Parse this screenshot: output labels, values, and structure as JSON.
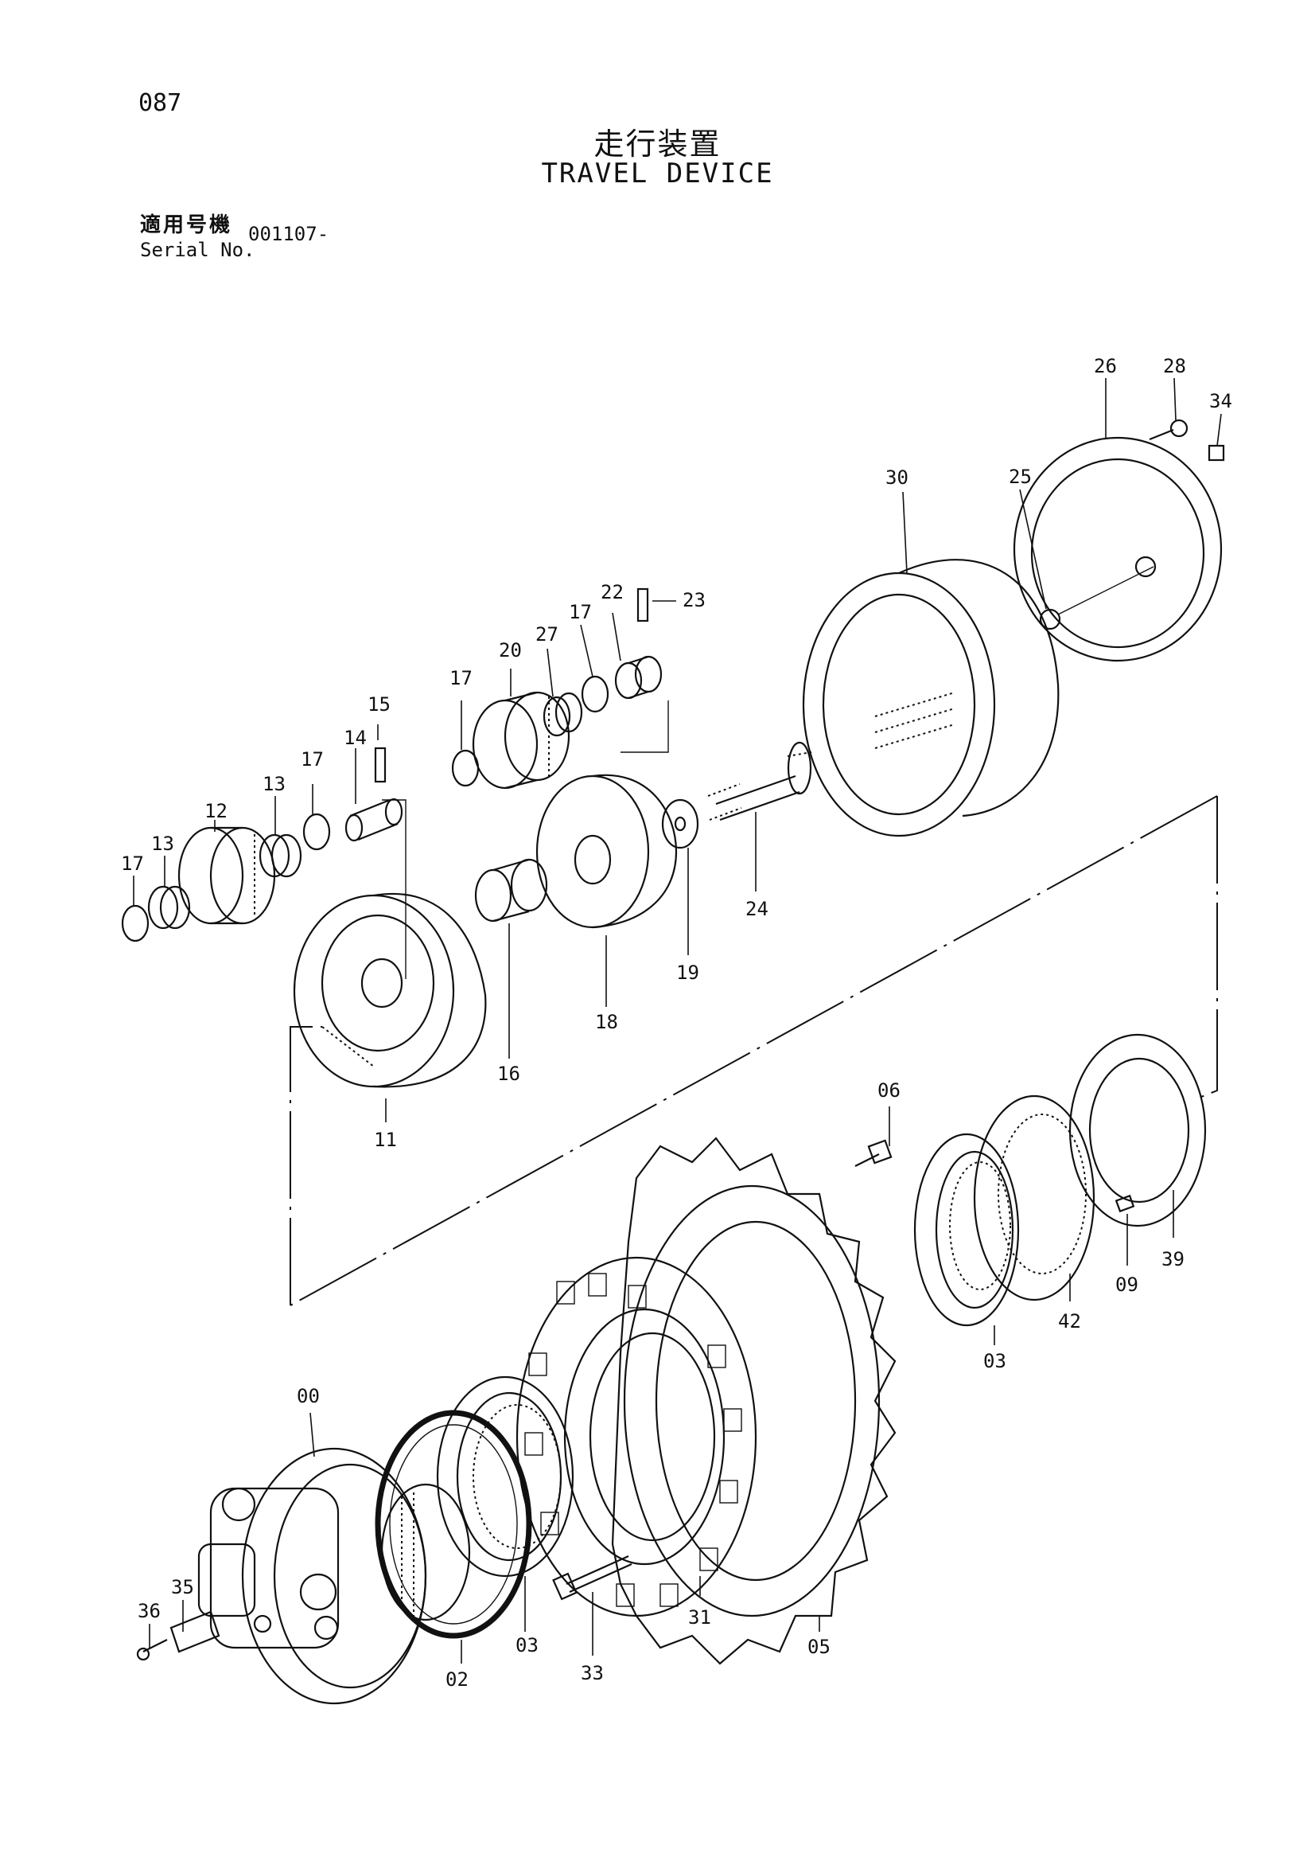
{
  "page": {
    "page_number": "087",
    "title_jp": "走行装置",
    "title_en": "TRAVEL DEVICE",
    "serial_label_jp": "適用号機",
    "serial_label_en": "Serial No.",
    "serial_value": "001107-"
  },
  "callouts": [
    "00",
    "02",
    "03",
    "03",
    "05",
    "06",
    "09",
    "11",
    "12",
    "13",
    "13",
    "14",
    "15",
    "16",
    "17",
    "17",
    "17",
    "17",
    "18",
    "19",
    "20",
    "22",
    "23",
    "24",
    "25",
    "26",
    "27",
    "28",
    "30",
    "31",
    "33",
    "34",
    "35",
    "36",
    "39",
    "42"
  ]
}
